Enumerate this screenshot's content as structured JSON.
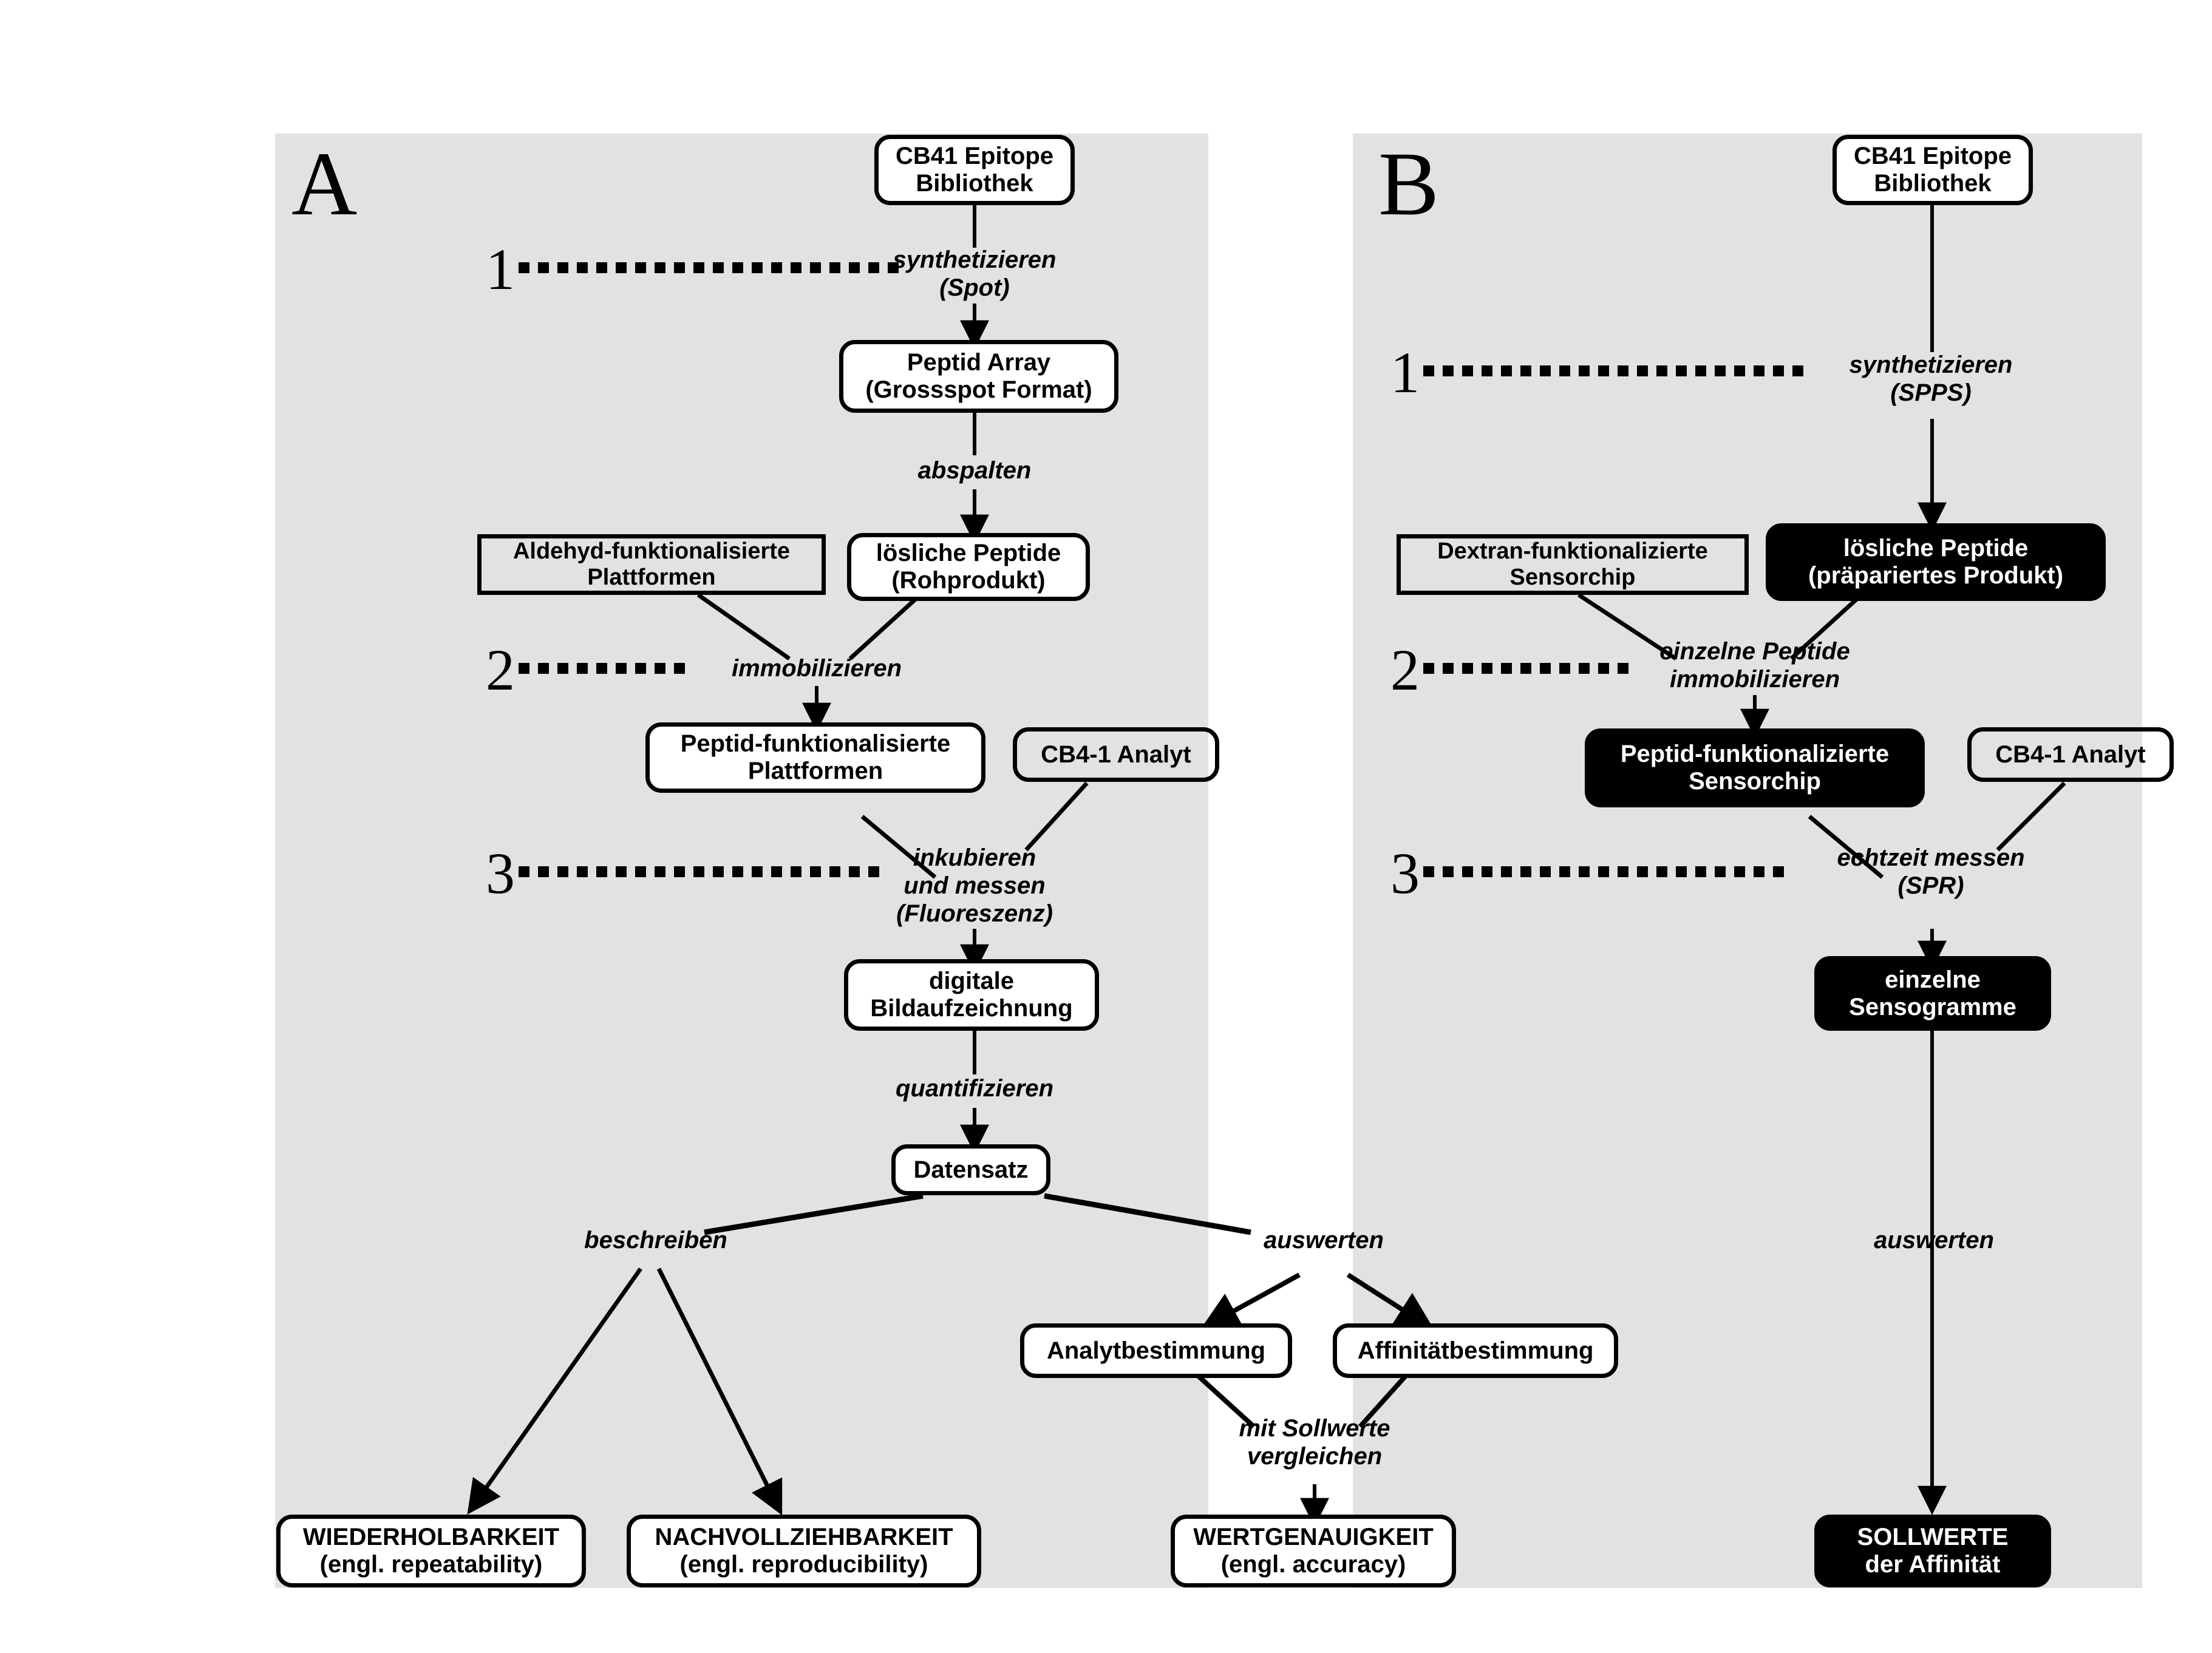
{
  "figure": {
    "panels": [
      {
        "id": "A",
        "letter": "A",
        "steps": [
          {
            "label": "1",
            "dots": 20
          },
          {
            "label": "2",
            "dots": 9
          },
          {
            "label": "3",
            "dots": 19
          }
        ],
        "nodes": [
          {
            "key": "cb41",
            "lines": [
              "CB41 Epitope",
              "Bibliothek"
            ],
            "style": "rounded-white"
          },
          {
            "key": "peptid_array",
            "lines": [
              "Peptid Array",
              "(Grossspot Format)"
            ],
            "style": "rounded-white"
          },
          {
            "key": "aldehyd",
            "lines": [
              "Aldehyd-funktionalisierte",
              "Plattformen"
            ],
            "style": "square-transparent"
          },
          {
            "key": "loesliche",
            "lines": [
              "lösliche Peptide",
              "(Rohprodukt)"
            ],
            "style": "rounded-white"
          },
          {
            "key": "peptid_plat",
            "lines": [
              "Peptid-funktionalisierte",
              "Plattformen"
            ],
            "style": "rounded-white"
          },
          {
            "key": "cb41_analyt",
            "lines": [
              "CB4-1 Analyt"
            ],
            "style": "rounded-transparent"
          },
          {
            "key": "digitale",
            "lines": [
              "digitale",
              "Bildaufzeichnung"
            ],
            "style": "rounded-white"
          },
          {
            "key": "datensatz",
            "lines": [
              "Datensatz"
            ],
            "style": "rounded-white"
          },
          {
            "key": "analytbest",
            "lines": [
              "Analytbestimmung"
            ],
            "style": "rounded-white"
          },
          {
            "key": "affinbest",
            "lines": [
              "Affinitätbestimmung"
            ],
            "style": "rounded-white"
          },
          {
            "key": "wiederhol",
            "lines": [
              "WIEDERHOLBARKEIT",
              "(engl. repeatability)"
            ],
            "style": "rounded-white"
          },
          {
            "key": "nachvollz",
            "lines": [
              "NACHVOLLZIEHBARKEIT",
              "(engl. reproducibility)"
            ],
            "style": "rounded-white"
          },
          {
            "key": "wertgenau",
            "lines": [
              "WERTGENAUIGKEIT",
              "(engl. accuracy)"
            ],
            "style": "rounded-white"
          }
        ],
        "edge_labels": [
          {
            "key": "synthetisieren",
            "text": "synthetizieren\n(Spot)"
          },
          {
            "key": "abspalten",
            "text": "abspalten"
          },
          {
            "key": "immobilisieren",
            "text": "immobilizieren"
          },
          {
            "key": "inkubieren",
            "text": "inkubieren\nund messen\n(Fluoreszenz)"
          },
          {
            "key": "quantifizieren",
            "text": "quantifizieren"
          },
          {
            "key": "beschreiben",
            "text": "beschreiben"
          },
          {
            "key": "auswerten",
            "text": "auswerten"
          },
          {
            "key": "sollwerte_vgl",
            "text": "mit Sollwerte\nvergleichen"
          }
        ]
      },
      {
        "id": "B",
        "letter": "B",
        "steps": [
          {
            "label": "1",
            "dots": 20
          },
          {
            "label": "2",
            "dots": 11
          },
          {
            "label": "3",
            "dots": 19
          }
        ],
        "nodes": [
          {
            "key": "cb41",
            "lines": [
              "CB41 Epitope",
              "Bibliothek"
            ],
            "style": "rounded-white"
          },
          {
            "key": "dextran",
            "lines": [
              "Dextran-funktionalizierte",
              "Sensorchip"
            ],
            "style": "square-transparent"
          },
          {
            "key": "loesliche",
            "lines": [
              "lösliche Peptide",
              "(präpariertes Produkt)"
            ],
            "style": "rounded-black"
          },
          {
            "key": "peptid_sensor",
            "lines": [
              "Peptid-funktionalizierte",
              "Sensorchip"
            ],
            "style": "rounded-black"
          },
          {
            "key": "cb41_analyt",
            "lines": [
              "CB4-1 Analyt"
            ],
            "style": "rounded-transparent"
          },
          {
            "key": "sensogramme",
            "lines": [
              "einzelne",
              "Sensogramme"
            ],
            "style": "rounded-black"
          },
          {
            "key": "sollwerte",
            "lines": [
              "SOLLWERTE",
              "der Affinität"
            ],
            "style": "rounded-black"
          }
        ],
        "edge_labels": [
          {
            "key": "synthetisieren",
            "text": "synthetizieren\n(SPPS)"
          },
          {
            "key": "immobilisieren",
            "text": "einzelne Peptide\nimmobilizieren"
          },
          {
            "key": "echtzeit",
            "text": "echtzeit messen\n(SPR)"
          },
          {
            "key": "auswerten",
            "text": "auswerten"
          }
        ]
      }
    ],
    "colors": {
      "panel_background": "#e2e2e2",
      "node_fill_white": "#ffffff",
      "node_fill_black": "#000000",
      "stroke": "#000000",
      "page_background": "#ffffff"
    }
  }
}
